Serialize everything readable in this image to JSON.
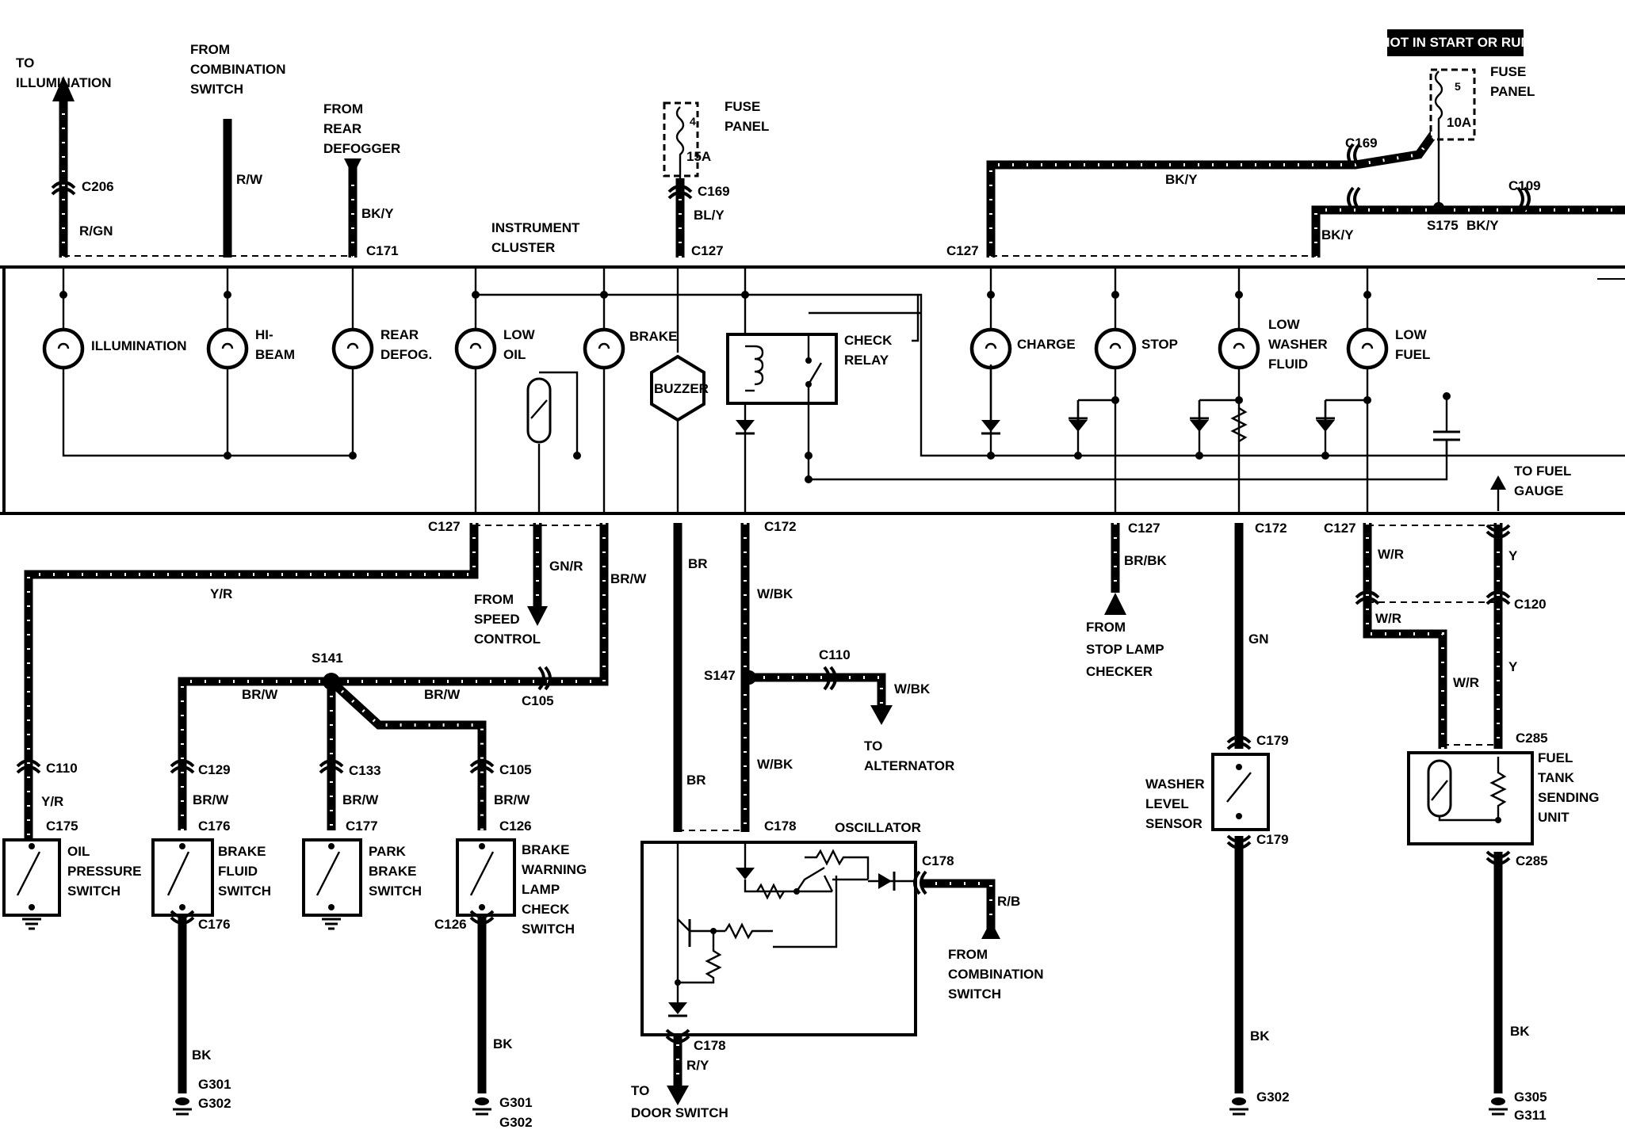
{
  "labels": {
    "to_illumination": [
      "TO",
      "ILLUMINATION"
    ],
    "from_comb_switch_top": [
      "FROM",
      "COMBINATION",
      "SWITCH"
    ],
    "from_rear_defogger": [
      "FROM",
      "REAR",
      "DEFOGGER"
    ],
    "fuse_panel_4": [
      "FUSE",
      "PANEL"
    ],
    "fuse_panel_5": [
      "FUSE",
      "PANEL"
    ],
    "hot_in_start_or_run": "HOT IN START OR RUN",
    "instrument_cluster": [
      "INSTRUMENT",
      "CLUSTER"
    ],
    "fuse4_number": "4",
    "fuse4_rating": "15A",
    "fuse5_number": "5",
    "fuse5_rating": "10A",
    "lamps": {
      "illumination": [
        "ILLUMINATION"
      ],
      "hi_beam": [
        "HI-",
        "BEAM"
      ],
      "rear_defog": [
        "REAR",
        "DEFOG."
      ],
      "low_oil": [
        "LOW",
        "OIL"
      ],
      "brake": [
        "BRAKE"
      ],
      "charge": [
        "CHARGE"
      ],
      "stop": [
        "STOP"
      ],
      "low_washer_fluid": [
        "LOW",
        "WASHER",
        "FLUID"
      ],
      "low_fuel": [
        "LOW",
        "FUEL"
      ]
    },
    "buzzer": "BUZZER",
    "check_relay": [
      "CHECK",
      "RELAY"
    ],
    "to_fuel_gauge": [
      "TO FUEL",
      "GAUGE"
    ],
    "from_speed_control": [
      "FROM",
      "SPEED",
      "CONTROL"
    ],
    "from_stop_lamp_checker": [
      "FROM",
      "STOP LAMP",
      "CHECKER"
    ],
    "to_alternator": [
      "TO",
      "ALTERNATOR"
    ],
    "oscillator": "OSCILLATOR",
    "from_comb_switch_bottom": [
      "FROM",
      "COMBINATION",
      "SWITCH"
    ],
    "to_door_switch": [
      "TO",
      "DOOR SWITCH"
    ],
    "washer_level_sensor": [
      "WASHER",
      "LEVEL",
      "SENSOR"
    ],
    "fuel_tank_sending_unit": [
      "FUEL",
      "TANK",
      "SENDING",
      "UNIT"
    ],
    "oil_pressure_switch": [
      "OIL",
      "PRESSURE",
      "SWITCH"
    ],
    "brake_fluid_switch": [
      "BRAKE",
      "FLUID",
      "SWITCH"
    ],
    "park_brake_switch": [
      "PARK",
      "BRAKE",
      "SWITCH"
    ],
    "brake_warning_lamp_check_switch": [
      "BRAKE",
      "WARNING",
      "LAMP",
      "CHECK",
      "SWITCH"
    ]
  },
  "connectors": {
    "c206": "C206",
    "c171": "C171",
    "c169a": "C169",
    "c127a": "C127",
    "c169b": "C169",
    "c127b": "C127",
    "c109": "C109",
    "s175": "S175",
    "c127c": "C127",
    "c172a": "C172",
    "c127d": "C127",
    "c172b": "C172",
    "c127e": "C127",
    "c120": "C120",
    "s141": "S141",
    "c105a": "C105",
    "s147": "S147",
    "c110a": "C110",
    "c110b": "C110",
    "c175": "C175",
    "c129": "C129",
    "c176a": "C176",
    "c176b": "C176",
    "c133": "C133",
    "c177": "C177",
    "c105b": "C105",
    "c126a": "C126",
    "c126b": "C126",
    "c178a": "C178",
    "c178b": "C178",
    "c178c": "C178",
    "c179a": "C179",
    "c179b": "C179",
    "c285a": "C285",
    "c285b": "C285",
    "g301a": "G301",
    "g302a": "G302",
    "g301b": "G301",
    "g302b": "G302",
    "g302c": "G302",
    "g305": "G305",
    "g311": "G311"
  },
  "wire_colors": {
    "rgn": "R/GN",
    "rw": "R/W",
    "bky1": "BK/Y",
    "bly": "BL/Y",
    "bky2": "BK/Y",
    "bky3": "BK/Y",
    "bky4": "BK/Y",
    "yr1": "Y/R",
    "gnr": "GN/R",
    "brw1": "BR/W",
    "br1": "BR",
    "wbk1": "W/BK",
    "brbk": "BR/BK",
    "gn": "GN",
    "wr1": "W/R",
    "y1": "Y",
    "wr2": "W/R",
    "y2": "Y",
    "wr3": "W/R",
    "brw2": "BR/W",
    "brw3": "BR/W",
    "wbk2": "W/BK",
    "yr2": "Y/R",
    "brw4": "BR/W",
    "brw5": "BR/W",
    "brw6": "BR/W",
    "br2": "BR",
    "wbk3": "W/BK",
    "rb": "R/B",
    "bk1": "BK",
    "bk2": "BK",
    "ry": "R/Y",
    "bk3": "BK",
    "bk4": "BK"
  }
}
